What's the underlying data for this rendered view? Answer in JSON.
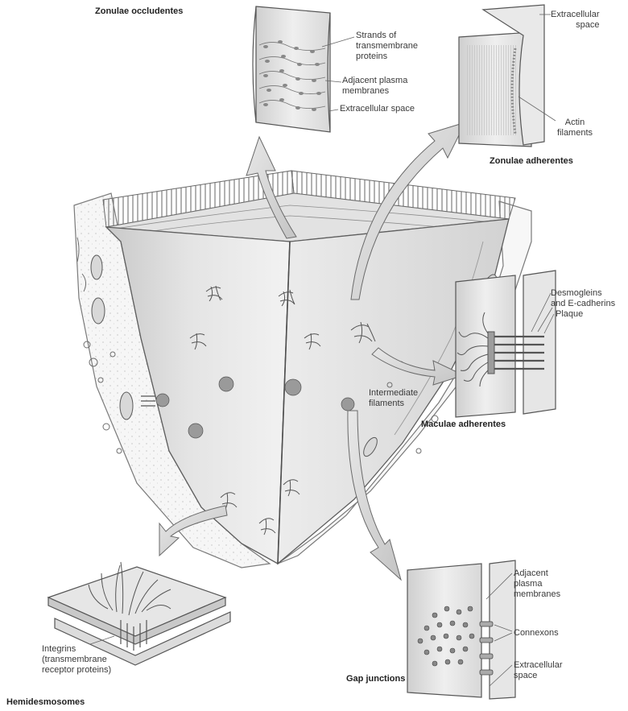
{
  "titles": {
    "zonulae_occludentes": "Zonulae occludentes",
    "zonulae_adherentes": "Zonulae adherentes",
    "maculae_adherentes": "Maculae adherentes",
    "gap_junctions": "Gap junctions",
    "hemidesmosomes": "Hemidesmosomes"
  },
  "labels": {
    "strands": [
      "Strands of",
      "transmembrane",
      "proteins"
    ],
    "adjacent_membranes_top": [
      "Adjacent plasma",
      "membranes"
    ],
    "extracellular_space_top": "Extracellular space",
    "extracellular_space_za": [
      "Extracellular",
      "space"
    ],
    "actin_filaments": [
      "Actin",
      "filaments"
    ],
    "desmogleins": [
      "Desmogleins",
      "and E-cadherins"
    ],
    "plaque": "Plaque",
    "intermediate_filaments": [
      "Intermediate",
      "filaments"
    ],
    "adjacent_membranes_gap": [
      "Adjacent",
      "plasma",
      "membranes"
    ],
    "connexons": "Connexons",
    "extracellular_space_gap": [
      "Extracellular",
      "space"
    ],
    "integrins": [
      "Integrins",
      "(transmembrane",
      "receptor proteins)"
    ]
  },
  "colors": {
    "line": "#6a6a6a",
    "shade_light": "#eeeeee",
    "shade_mid": "#d6d6d6",
    "shade_dark": "#b5b5b5",
    "arrow_fill": "#dadada"
  }
}
